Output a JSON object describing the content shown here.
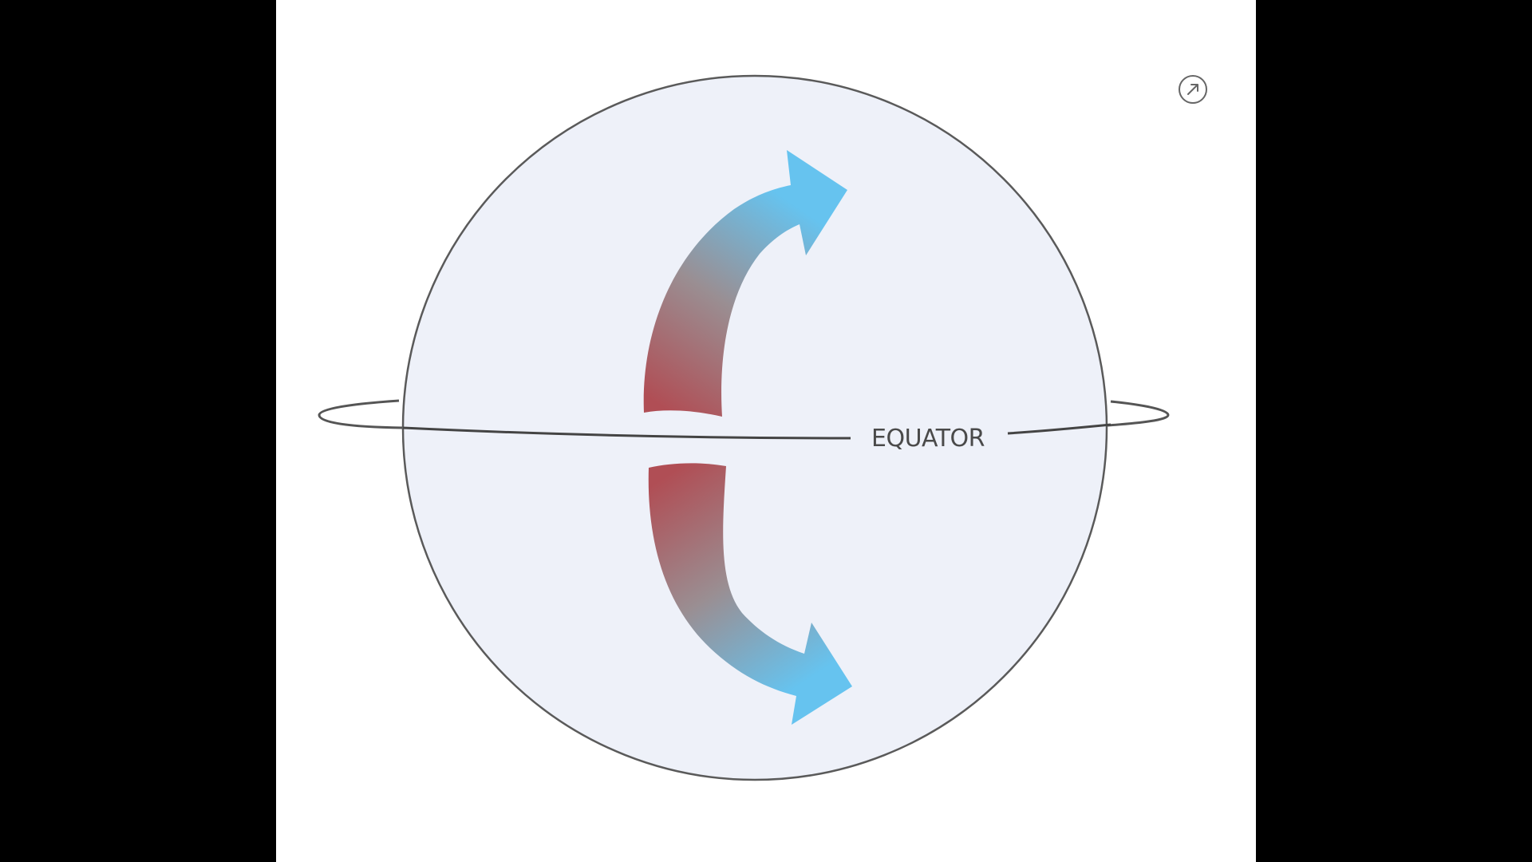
{
  "diagram": {
    "equator_label": "EQUATOR",
    "colors": {
      "background": "#000000",
      "panel": "#ffffff",
      "globe_fill": "#EEF1F9",
      "stroke": "#555555",
      "arrow_warm": "#B04E55",
      "arrow_cool": "#66C3EF"
    },
    "arrows": [
      {
        "name": "northward-arrow",
        "direction": "up-right",
        "from": "equator",
        "gradient": "red-to-blue"
      },
      {
        "name": "southward-arrow",
        "direction": "down-right",
        "from": "equator",
        "gradient": "red-to-blue"
      }
    ]
  },
  "controls": {
    "expand_icon": "arrow-up-right-circle-icon"
  }
}
